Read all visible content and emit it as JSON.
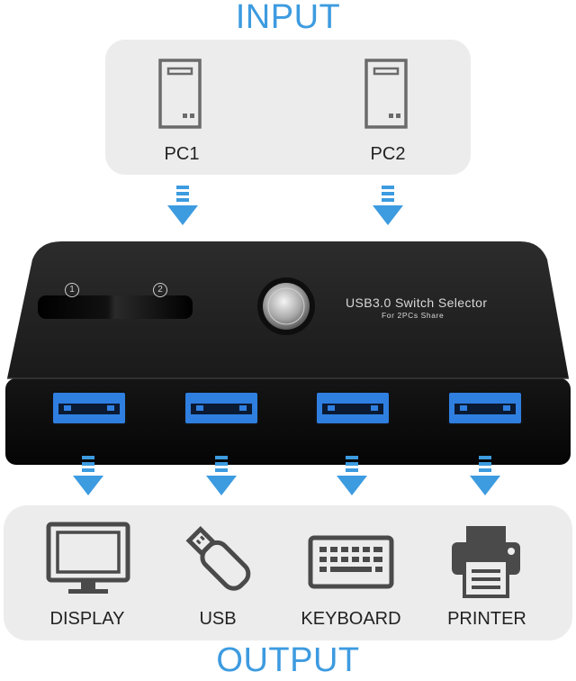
{
  "input_title": "INPUT",
  "output_title": "OUTPUT",
  "inputs": [
    {
      "label": "PC1",
      "icon": "pc-tower-icon"
    },
    {
      "label": "PC2",
      "icon": "pc-tower-icon"
    }
  ],
  "device": {
    "title": "USB3.0 Switch Selector",
    "subtitle": "For 2PCs Share",
    "switch_labels": [
      "1",
      "2"
    ],
    "usb_port_count": 4
  },
  "outputs": [
    {
      "label": "DISPLAY",
      "icon": "monitor-icon"
    },
    {
      "label": "USB",
      "icon": "usb-flash-drive-icon"
    },
    {
      "label": "KEYBOARD",
      "icon": "keyboard-icon"
    },
    {
      "label": "PRINTER",
      "icon": "printer-icon"
    }
  ],
  "colors": {
    "accent": "#3d9be0",
    "panel": "#ececec",
    "device_body": "#1e1e1e",
    "port_blue": "#2f7fe0"
  }
}
